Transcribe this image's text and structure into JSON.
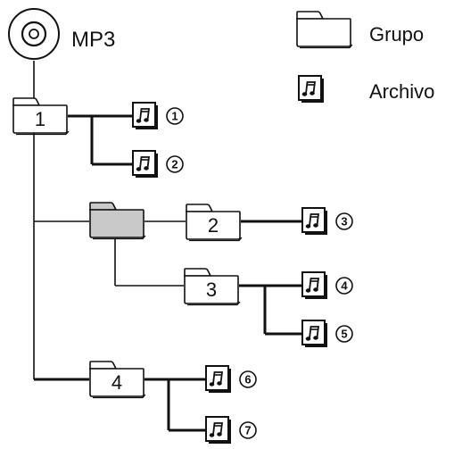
{
  "source_label": "MP3",
  "legend": {
    "group_label": "Grupo",
    "file_label": "Archivo"
  },
  "groups": [
    "1",
    "2",
    "3",
    "4"
  ],
  "files": [
    "1",
    "2",
    "3",
    "4",
    "5",
    "6",
    "7"
  ]
}
